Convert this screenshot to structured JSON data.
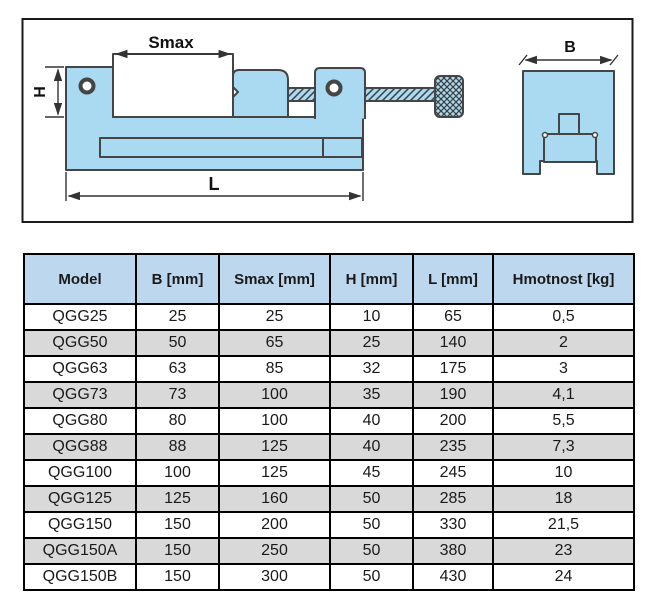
{
  "diagram": {
    "labels": {
      "smax": "Smax",
      "h": "H",
      "l": "L",
      "b": "B"
    },
    "colors": {
      "part_fill": "#A9DAF1",
      "part_outline": "#454545",
      "box_border": "#1a1a1a",
      "dimension_line": "#333333"
    }
  },
  "table": {
    "headers": [
      "Model",
      "B [mm]",
      "Smax [mm]",
      "H [mm]",
      "L [mm]",
      "Hmotnost [kg]"
    ],
    "rows": [
      [
        "QGG25",
        "25",
        "25",
        "10",
        "65",
        "0,5"
      ],
      [
        "QGG50",
        "50",
        "65",
        "25",
        "140",
        "2"
      ],
      [
        "QGG63",
        "63",
        "85",
        "32",
        "175",
        "3"
      ],
      [
        "QGG73",
        "73",
        "100",
        "35",
        "190",
        "4,1"
      ],
      [
        "QGG80",
        "80",
        "100",
        "40",
        "200",
        "5,5"
      ],
      [
        "QGG88",
        "88",
        "125",
        "40",
        "235",
        "7,3"
      ],
      [
        "QGG100",
        "100",
        "125",
        "45",
        "245",
        "10"
      ],
      [
        "QGG125",
        "125",
        "160",
        "50",
        "285",
        "18"
      ],
      [
        "QGG150",
        "150",
        "200",
        "50",
        "330",
        "21,5"
      ],
      [
        "QGG150A",
        "150",
        "250",
        "50",
        "380",
        "23"
      ],
      [
        "QGG150B",
        "150",
        "300",
        "50",
        "430",
        "24"
      ]
    ],
    "colors": {
      "header_bg": "#BDD7EE",
      "alt_row_bg": "#D9D9D9"
    }
  }
}
